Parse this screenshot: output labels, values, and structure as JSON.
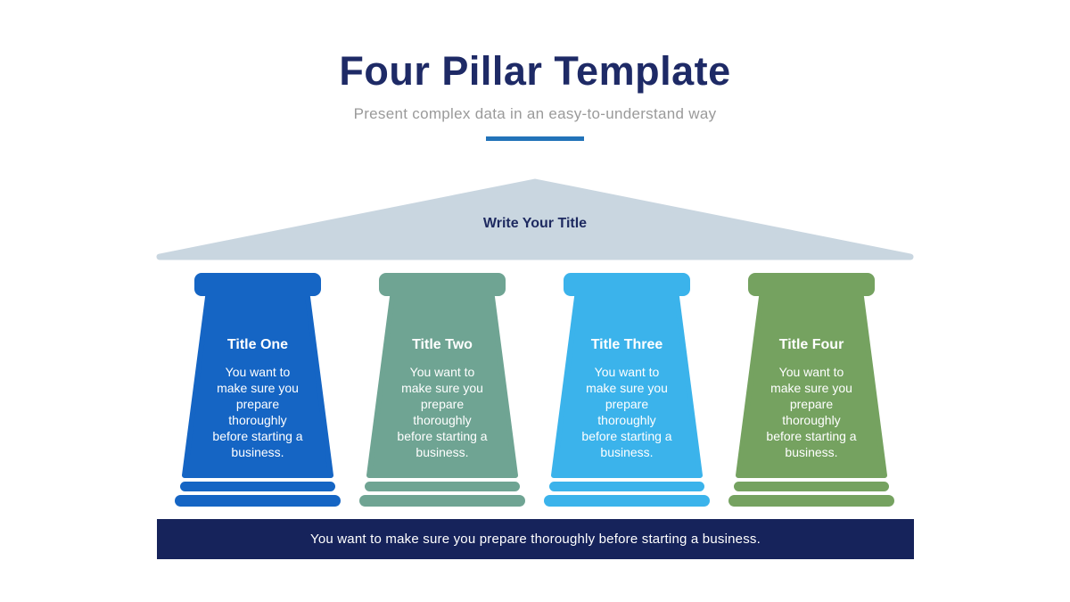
{
  "header": {
    "title": "Four Pillar Template",
    "subtitle": "Present complex data in an easy-to-understand way",
    "title_color": "#1E2A66",
    "subtitle_color": "#9A9A9A",
    "underline_color": "#2273B9"
  },
  "roof": {
    "title": "Write Your Title",
    "fill": "#C9D6E0",
    "title_color": "#1E2A60"
  },
  "pillars": [
    {
      "title": "Title One",
      "body": "You want to\nmake sure you\nprepare\nthoroughly\nbefore starting a\nbusiness.",
      "color": "#1565C4"
    },
    {
      "title": "Title Two",
      "body": "You want to\nmake sure you\nprepare\nthoroughly\nbefore starting a\nbusiness.",
      "color": "#6FA493"
    },
    {
      "title": "Title Three",
      "body": "You want to\nmake sure you\nprepare\nthoroughly\nbefore starting a\nbusiness.",
      "color": "#3BB3EB"
    },
    {
      "title": "Title Four",
      "body": "You want to\nmake sure you\nprepare\nthoroughly\nbefore starting a\nbusiness.",
      "color": "#75A260"
    }
  ],
  "footer": {
    "text": "You want to make sure you prepare thoroughly before starting a business.",
    "background": "#16235B",
    "text_color": "#FFFFFF"
  }
}
